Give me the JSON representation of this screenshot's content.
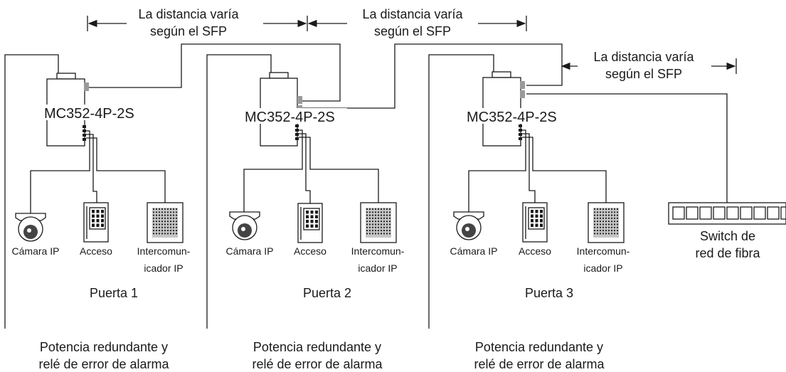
{
  "distance_label_line1": "La distancia varía",
  "distance_label_line2": "según el SFP",
  "device_model": "MC352-4P-2S",
  "devices": {
    "camera": "Cámara IP",
    "access": "Acceso",
    "intercom_line1": "Intercomun-",
    "intercom_line2": "icador IP"
  },
  "doors": [
    "Puerta 1",
    "Puerta 2",
    "Puerta 3"
  ],
  "power_line1": "Potencia redundante y",
  "power_line2": "relé de error de alarma",
  "fiber_switch_line1": "Switch de",
  "fiber_switch_line2": "red de fibra",
  "colors": {
    "line": "#1a1a1a",
    "port": "#9a9a9a"
  }
}
